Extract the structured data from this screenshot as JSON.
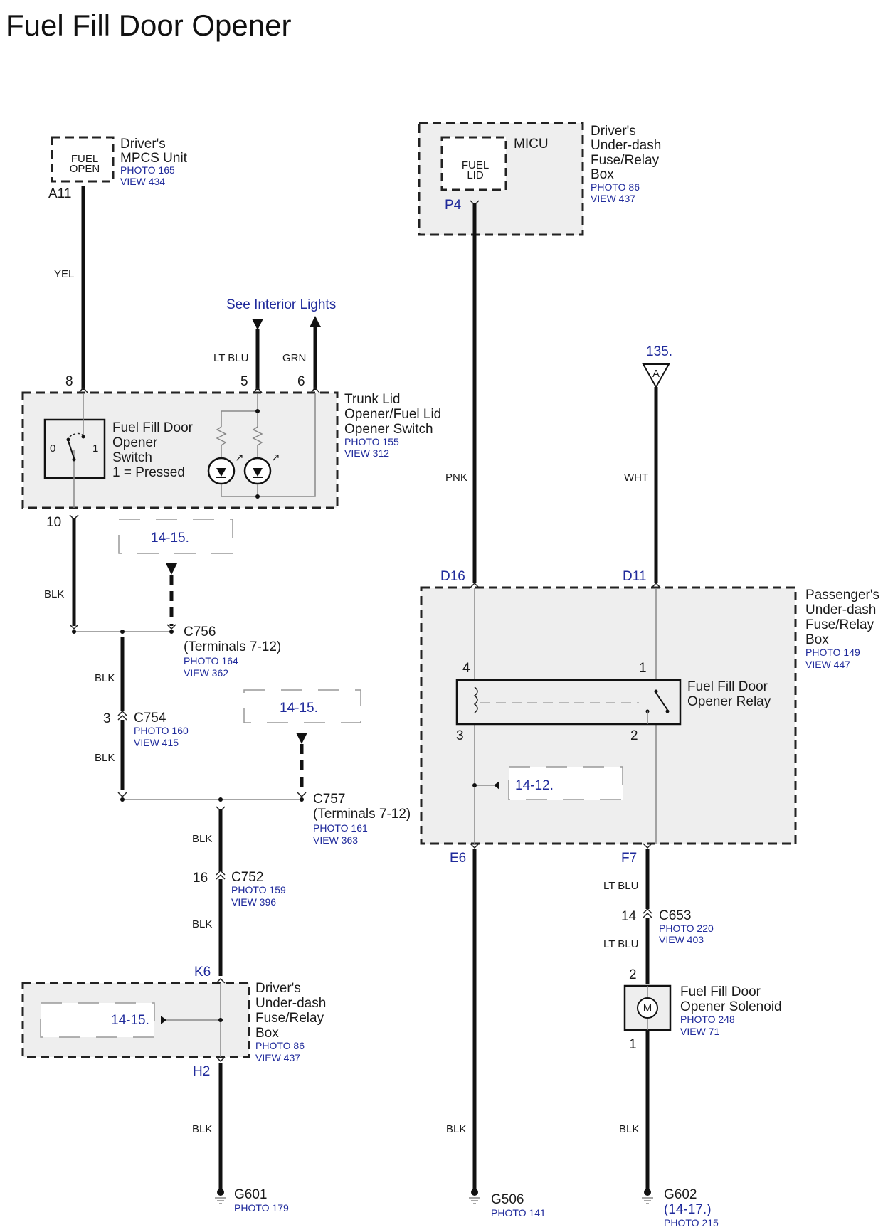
{
  "title": "Fuel Fill Door Opener",
  "components": {
    "mpcs": {
      "inner": [
        "FUEL",
        "OPEN"
      ],
      "name": [
        "Driver's",
        "MPCS Unit"
      ],
      "photo": "PHOTO 165",
      "view": "VIEW 434",
      "pin": "A11"
    },
    "micu": {
      "label": "MICU",
      "inner": [
        "FUEL",
        "LID"
      ],
      "name": [
        "Driver's",
        "Under-dash",
        "Fuse/Relay",
        "Box"
      ],
      "photo": "PHOTO 86",
      "view": "VIEW 437",
      "pin": "P4"
    },
    "trunk_switch": {
      "name": [
        "Trunk Lid",
        "Opener/Fuel Lid",
        "Opener Switch"
      ],
      "photo": "PHOTO 155",
      "view": "VIEW 312",
      "switch_label": [
        "Fuel Fill Door",
        "Opener",
        "Switch",
        "1 = Pressed"
      ],
      "pos0": "0",
      "pos1": "1",
      "pins": [
        "8",
        "5",
        "6",
        "10"
      ]
    },
    "interior_lights": "See Interior Lights",
    "ref_135": {
      "label": "135.",
      "tag": "A"
    },
    "passenger_box": {
      "name": [
        "Passenger's",
        "Under-dash",
        "Fuse/Relay",
        "Box"
      ],
      "photo": "PHOTO 149",
      "view": "VIEW 447",
      "pins_top": [
        "D16",
        "D11"
      ],
      "pins_bottom": [
        "E6",
        "F7"
      ]
    },
    "relay": {
      "name": [
        "Fuel Fill Door",
        "Opener Relay"
      ],
      "pins": [
        "4",
        "1",
        "3",
        "2"
      ]
    },
    "driver_box_lower": {
      "name": [
        "Driver's",
        "Under-dash",
        "Fuse/Relay",
        "Box"
      ],
      "photo": "PHOTO 86",
      "view": "VIEW 437",
      "pins": [
        "K6",
        "H2"
      ]
    },
    "solenoid": {
      "name": [
        "Fuel Fill Door",
        "Opener Solenoid"
      ],
      "photo": "PHOTO 248",
      "view": "VIEW 71",
      "pins": [
        "2",
        "1"
      ],
      "symbol": "M"
    }
  },
  "connectors": {
    "c756": {
      "name": "C756",
      "sub": "(Terminals 7-12)",
      "photo": "PHOTO 164",
      "view": "VIEW 362"
    },
    "c754": {
      "name": "C754",
      "pin": "3",
      "photo": "PHOTO 160",
      "view": "VIEW 415"
    },
    "c757": {
      "name": "C757",
      "sub": "(Terminals 7-12)",
      "photo": "PHOTO 161",
      "view": "VIEW 363"
    },
    "c752": {
      "name": "C752",
      "pin": "16",
      "photo": "PHOTO 159",
      "view": "VIEW 396"
    },
    "c653": {
      "name": "C653",
      "pin": "14",
      "photo": "PHOTO 220",
      "view": "VIEW 403"
    }
  },
  "grounds": {
    "g601": {
      "name": "G601",
      "photo": "PHOTO 179"
    },
    "g506": {
      "name": "G506",
      "photo": "PHOTO 141"
    },
    "g602": {
      "name": "G602",
      "ref": "(14-17.)",
      "photo": "PHOTO 215"
    }
  },
  "refs": [
    "14-15.",
    "14-15.",
    "14-12.",
    "14-15."
  ],
  "wire_colors": {
    "yel": "YEL",
    "lt_blu": "LT BLU",
    "grn": "GRN",
    "blk": "BLK",
    "pnk": "PNK",
    "wht": "WHT"
  }
}
